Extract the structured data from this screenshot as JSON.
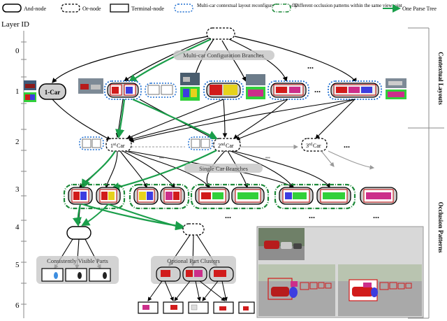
{
  "legend": {
    "and_node": "And-node",
    "or_node": "Or-node",
    "terminal_node": "Terminal-node",
    "reconfig": "Multi-car contextual layout reconfigured on-the-fly",
    "occlusion_patterns": "Different occlusion patterns within the same viewpoint",
    "parse_tree": "One Parse Tree"
  },
  "axis": {
    "title": "Layer ID",
    "layers": [
      "0",
      "1",
      "2",
      "3",
      "4",
      "5",
      "6"
    ]
  },
  "side_labels": {
    "top": "Contextual Layouts",
    "bottom": "Occlusion Patterns"
  },
  "branches": {
    "multi": "Multi-car Configuration Branches",
    "single": "Single Car Branches",
    "visible": "Consistently Visible Parts",
    "optional": "Optional Part Clusters"
  },
  "nodes": {
    "one_car": "1-Car",
    "car1": "1",
    "car2": "2",
    "car3": "3",
    "car1_sup": "st",
    "car2_sup": "nd",
    "car3_sup": "rd",
    "car_word": "Car"
  },
  "ellipsis": "...",
  "colors": {
    "parse_green": "#1a9e4a",
    "config_blue": "#1f6fd1",
    "occ_green": "#1e8a3a",
    "node_gray": "#d9d9d9",
    "branch_gray": "#bfbfbf"
  }
}
